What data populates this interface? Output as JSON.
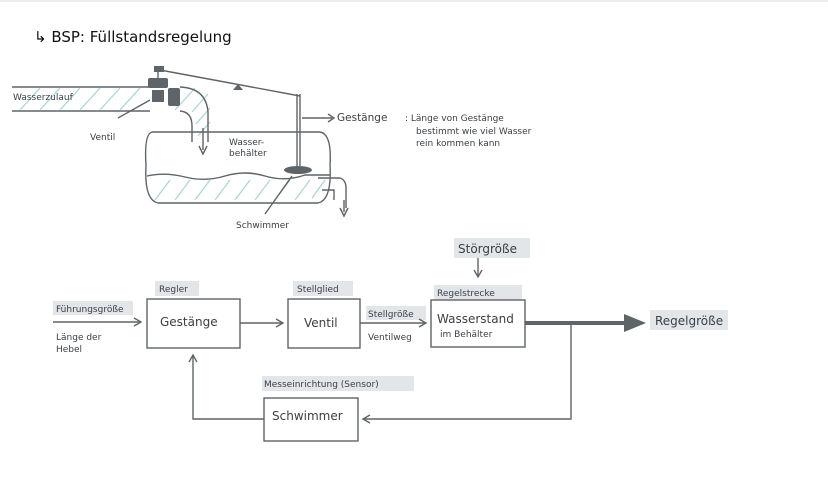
{
  "title": "↳ BSP: Füllstandsregelung",
  "sketch": {
    "inflow_label": "Wasserzulauf",
    "valve_label": "Ventil",
    "tank_label": [
      "Wasser-",
      "behälter"
    ],
    "float_label": "Schwimmer",
    "linkage_label": "Gestänge",
    "linkage_note_line1": ": Länge von Gestänge",
    "linkage_note_line2": "bestimmt wie viel Wasser",
    "linkage_note_line3": "rein kommen kann"
  },
  "block_diagram": {
    "disturbance": "Störgröße",
    "setpoint": "Führungsgröße",
    "setpoint_note": [
      "Länge der",
      "Hebel"
    ],
    "controller_title": "Regler",
    "controller_body": "Gestänge",
    "actuator_title": "Stellglied",
    "actuator_body": "Ventil",
    "manipulated_var": "Stellgröße",
    "manipulated_note": "Ventilweg",
    "plant_title": "Regelstrecke",
    "plant_body": [
      "Wasserstand",
      "im Behälter"
    ],
    "output": "Regelgröße",
    "sensor_title": "Messeinrichtung (Sensor)",
    "sensor_body": "Schwimmer"
  },
  "colors": {
    "ink": "#5e6468",
    "water": "#a9d3d3",
    "highlight": "#e3e6e8"
  }
}
